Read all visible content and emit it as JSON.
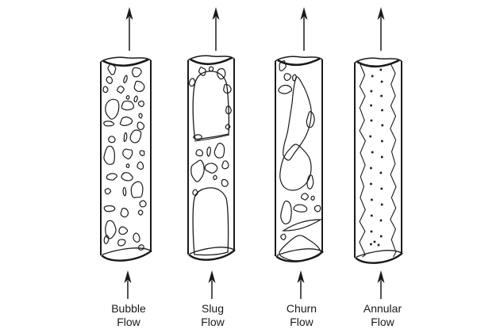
{
  "diagram": {
    "background": "#ffffff",
    "ink_color": "#1a1a1a",
    "flow_direction": "upward",
    "tubes": [
      {
        "id": "bubble-flow",
        "pattern": "bubble",
        "label": "Bubble Flow",
        "label_lines": [
          "Bubble",
          "Flow"
        ]
      },
      {
        "id": "slug-flow",
        "pattern": "slug",
        "label": "Slug Flow",
        "label_lines": [
          "Slug",
          "Flow"
        ]
      },
      {
        "id": "churn-flow",
        "pattern": "churn",
        "label": "Churn Flow",
        "label_lines": [
          "Churn",
          "Flow"
        ]
      },
      {
        "id": "annular-flow",
        "pattern": "annular",
        "label": "Annular Flow",
        "label_lines": [
          "Annular",
          "Flow"
        ]
      }
    ]
  }
}
